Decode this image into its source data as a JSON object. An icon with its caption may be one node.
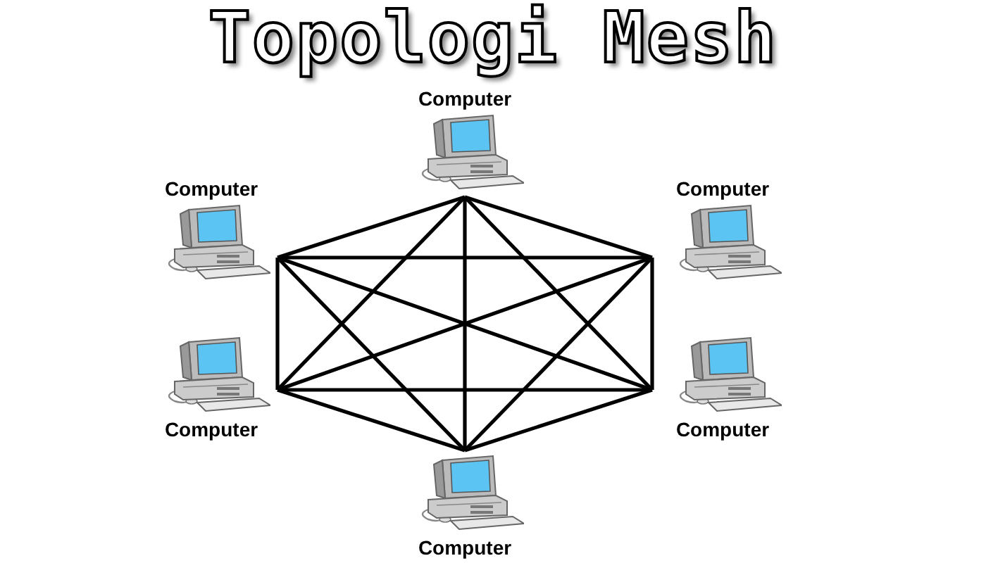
{
  "diagram": {
    "title": "Topologi Mesh",
    "nodes": [
      {
        "text": [
          "Computer"
        ]
      },
      {
        "text": [
          "Computer"
        ]
      },
      {
        "text": [
          "Computer"
        ]
      },
      {
        "text": [
          "Computer"
        ]
      },
      {
        "text": [
          "Computer"
        ]
      },
      {
        "text": [
          "Computer"
        ]
      }
    ],
    "edges": [
      {
        "from": 0,
        "to": 1,
        "arrow": "none"
      },
      {
        "from": 0,
        "to": 2,
        "arrow": "none"
      },
      {
        "from": 0,
        "to": 3,
        "arrow": "none"
      },
      {
        "from": 0,
        "to": 4,
        "arrow": "none"
      },
      {
        "from": 0,
        "to": 5,
        "arrow": "none"
      },
      {
        "from": 1,
        "to": 2,
        "arrow": "none"
      },
      {
        "from": 1,
        "to": 3,
        "arrow": "none"
      },
      {
        "from": 1,
        "to": 4,
        "arrow": "none"
      },
      {
        "from": 1,
        "to": 5,
        "arrow": "none"
      },
      {
        "from": 2,
        "to": 3,
        "arrow": "none"
      },
      {
        "from": 2,
        "to": 4,
        "arrow": "none"
      },
      {
        "from": 2,
        "to": 5,
        "arrow": "none"
      },
      {
        "from": 3,
        "to": 4,
        "arrow": "none"
      },
      {
        "from": 3,
        "to": 5,
        "arrow": "none"
      },
      {
        "from": 4,
        "to": 5,
        "arrow": "none"
      }
    ]
  }
}
